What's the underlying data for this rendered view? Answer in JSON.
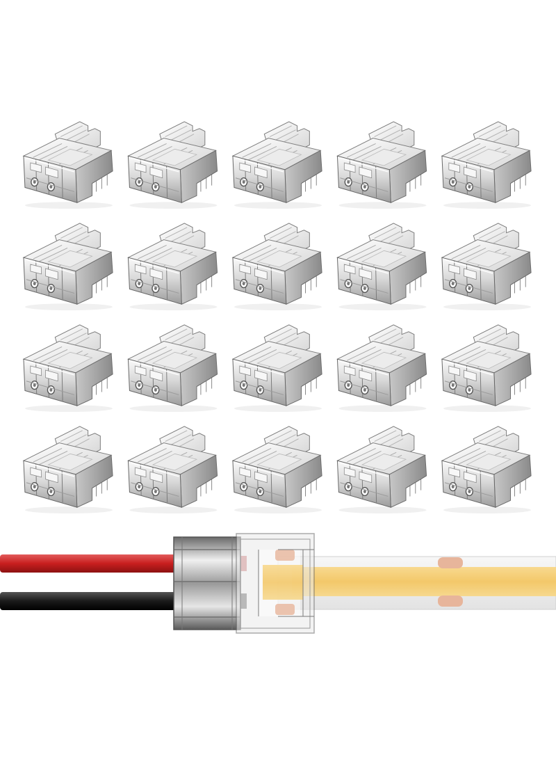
{
  "product": {
    "item": "connector",
    "grid_rows": 4,
    "grid_cols": 5
  },
  "demo": {
    "wires": [
      "red-wire",
      "black-wire"
    ],
    "strip_color": "#f3cf7a",
    "pad_color": "#e7b59b"
  },
  "colors": {
    "background": "#ffffff",
    "plastic_light": "#f2f2f2",
    "plastic_mid": "#cfcfcf",
    "plastic_dark": "#8b8b8b",
    "edge": "#5f5f5f",
    "red_wire": "#cf2b2b",
    "black_wire": "#1f1f1f"
  }
}
